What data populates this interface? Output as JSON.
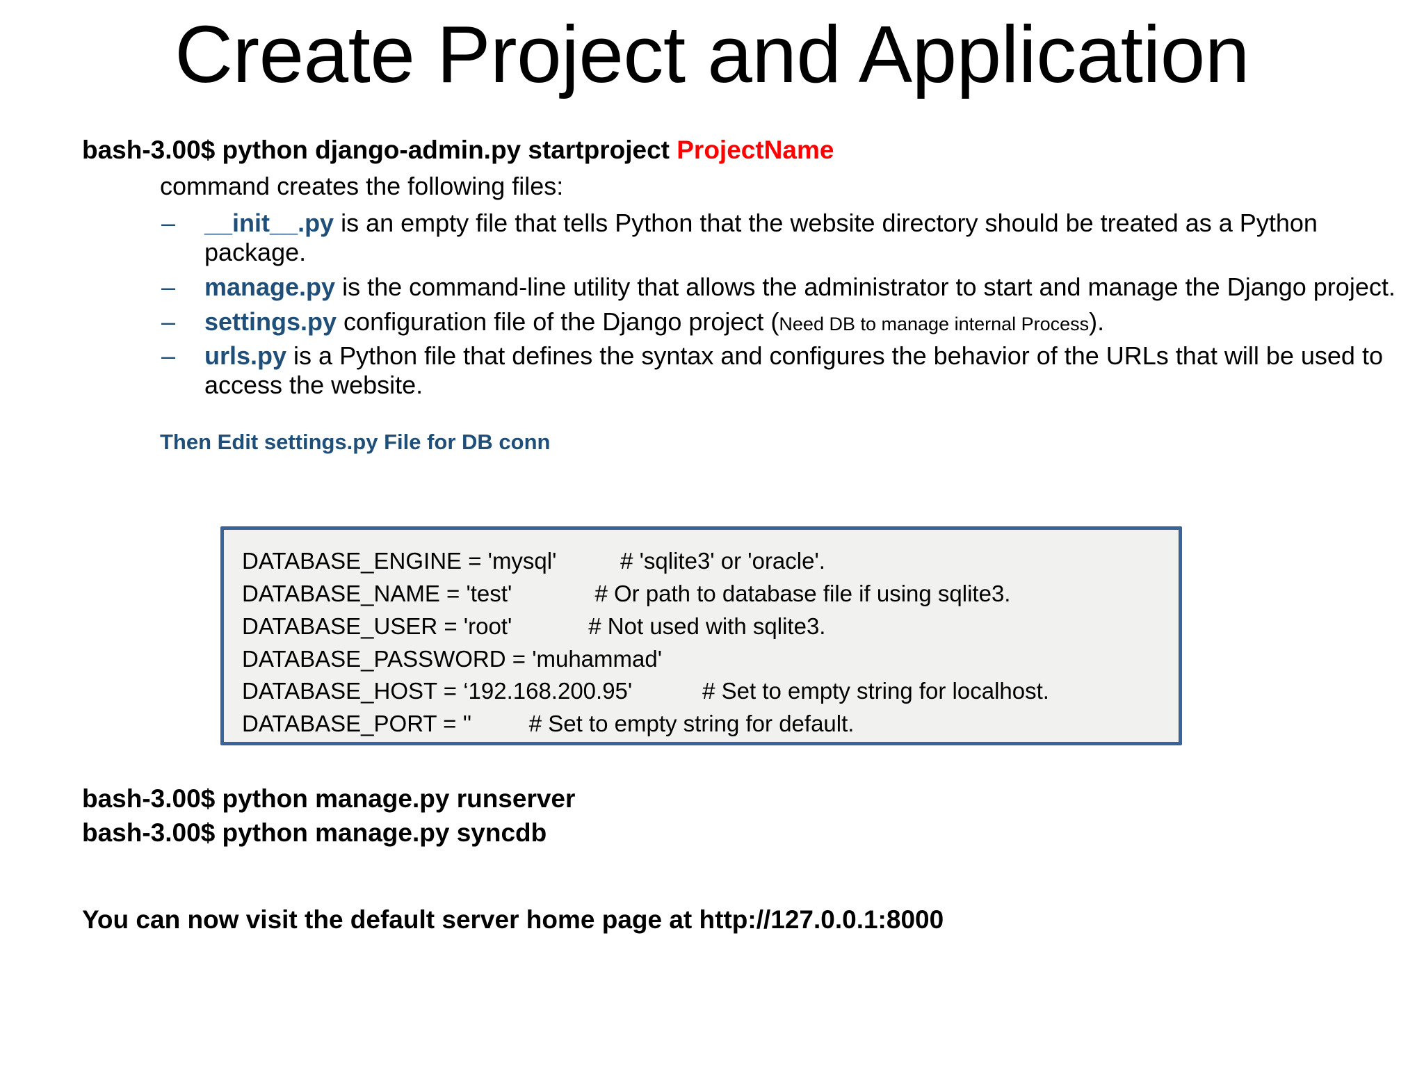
{
  "slide": {
    "title": "Create Project and Application"
  },
  "intro": {
    "command_prefix": "bash-3.00$ python django-admin.py startproject ",
    "command_arg": "ProjectName",
    "subtext": "command creates the following files:"
  },
  "bullets": [
    {
      "dash": "–",
      "keyword": "__init__.py",
      "text": " is an empty file that tells Python that the website directory should be treated as a Python package.",
      "note": ""
    },
    {
      "dash": "–",
      "keyword": "manage.py",
      "text": " is the command-line utility that allows the administrator to start and manage the Django project.",
      "note": ""
    },
    {
      "dash": "–",
      "keyword": "settings.py",
      "text": " configuration file of the Django project (",
      "note": "Need DB to manage internal Process",
      "text_after": ")."
    },
    {
      "dash": "–",
      "keyword": "urls.py",
      "text": " is a Python file that defines the syntax and configures the behavior of the URLs that will be used to access the website.",
      "note": ""
    }
  ],
  "sub_heading": "Then Edit settings.py File for DB conn",
  "code_box": {
    "lines": [
      "DATABASE_ENGINE = 'mysql'          # 'sqlite3' or 'oracle'.",
      "DATABASE_NAME = 'test'             # Or path to database file if using sqlite3.",
      "DATABASE_USER = 'root'            # Not used with sqlite3.",
      "DATABASE_PASSWORD = 'muhammad'",
      "DATABASE_HOST = ‘192.168.200.95'           # Set to empty string for localhost.",
      "DATABASE_PORT = ''         # Set to empty string for default."
    ]
  },
  "footer": {
    "commands": [
      "bash-3.00$ python manage.py runserver",
      "bash-3.00$ python manage.py syncdb"
    ],
    "note": "You can now visit the default server home page at http://127.0.0.1:8000"
  },
  "colors": {
    "keyword_blue": "#1F4E79",
    "highlight_red": "#FF0000",
    "box_border": "#3A6499",
    "box_fill": "#F1F1EF"
  }
}
